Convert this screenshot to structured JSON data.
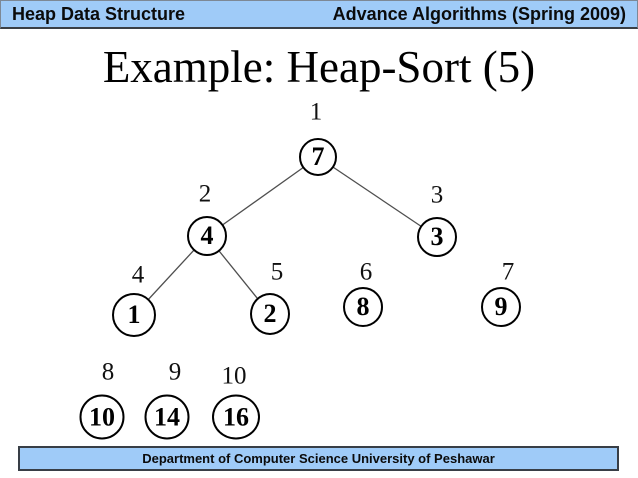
{
  "header": {
    "left": "Heap Data Structure",
    "right": "Advance Algorithms (Spring 2009)"
  },
  "title": "Example: Heap-Sort (5)",
  "footer": "Department of Computer Science University of Peshawar",
  "colors": {
    "bar_fill": "#9FCBF8",
    "bar_border": "#3a3f45",
    "node_stroke": "#000000",
    "edge_line": "#4f4f4f",
    "text": "#000000"
  },
  "tree": {
    "nodes": [
      {
        "index": "1",
        "value": "7"
      },
      {
        "index": "2",
        "value": "4"
      },
      {
        "index": "3",
        "value": "3"
      },
      {
        "index": "4",
        "value": "1"
      },
      {
        "index": "5",
        "value": "2"
      },
      {
        "index": "6",
        "value": "8"
      },
      {
        "index": "7",
        "value": "9"
      },
      {
        "index": "8",
        "value": "10"
      },
      {
        "index": "9",
        "value": "14"
      },
      {
        "index": "10",
        "value": "16"
      }
    ],
    "edges": [
      [
        "1",
        "2"
      ],
      [
        "1",
        "3"
      ],
      [
        "2",
        "4"
      ],
      [
        "2",
        "5"
      ]
    ]
  }
}
